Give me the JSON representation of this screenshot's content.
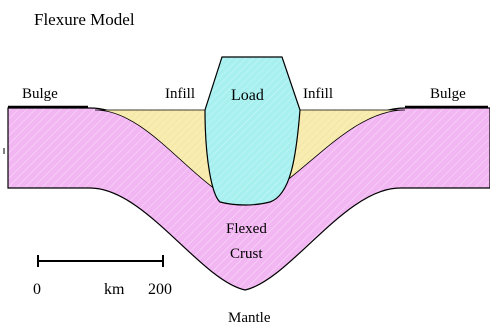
{
  "title": "Flexure Model",
  "labels": {
    "bulge_left": "Bulge",
    "bulge_right": "Bulge",
    "infill_left": "Infill",
    "infill_right": "Infill",
    "load": "Load",
    "flexed_crust_line1": "Flexed",
    "flexed_crust_line2": "Crust",
    "mantle": "Mantle"
  },
  "scale_bar": {
    "start": "0",
    "unit": "km",
    "end": "200"
  },
  "colors": {
    "crust": "#f2b6f2",
    "infill": "#f8ecb0",
    "load": "#a8f0f0",
    "outline": "#000000",
    "background": "#ffffff"
  }
}
